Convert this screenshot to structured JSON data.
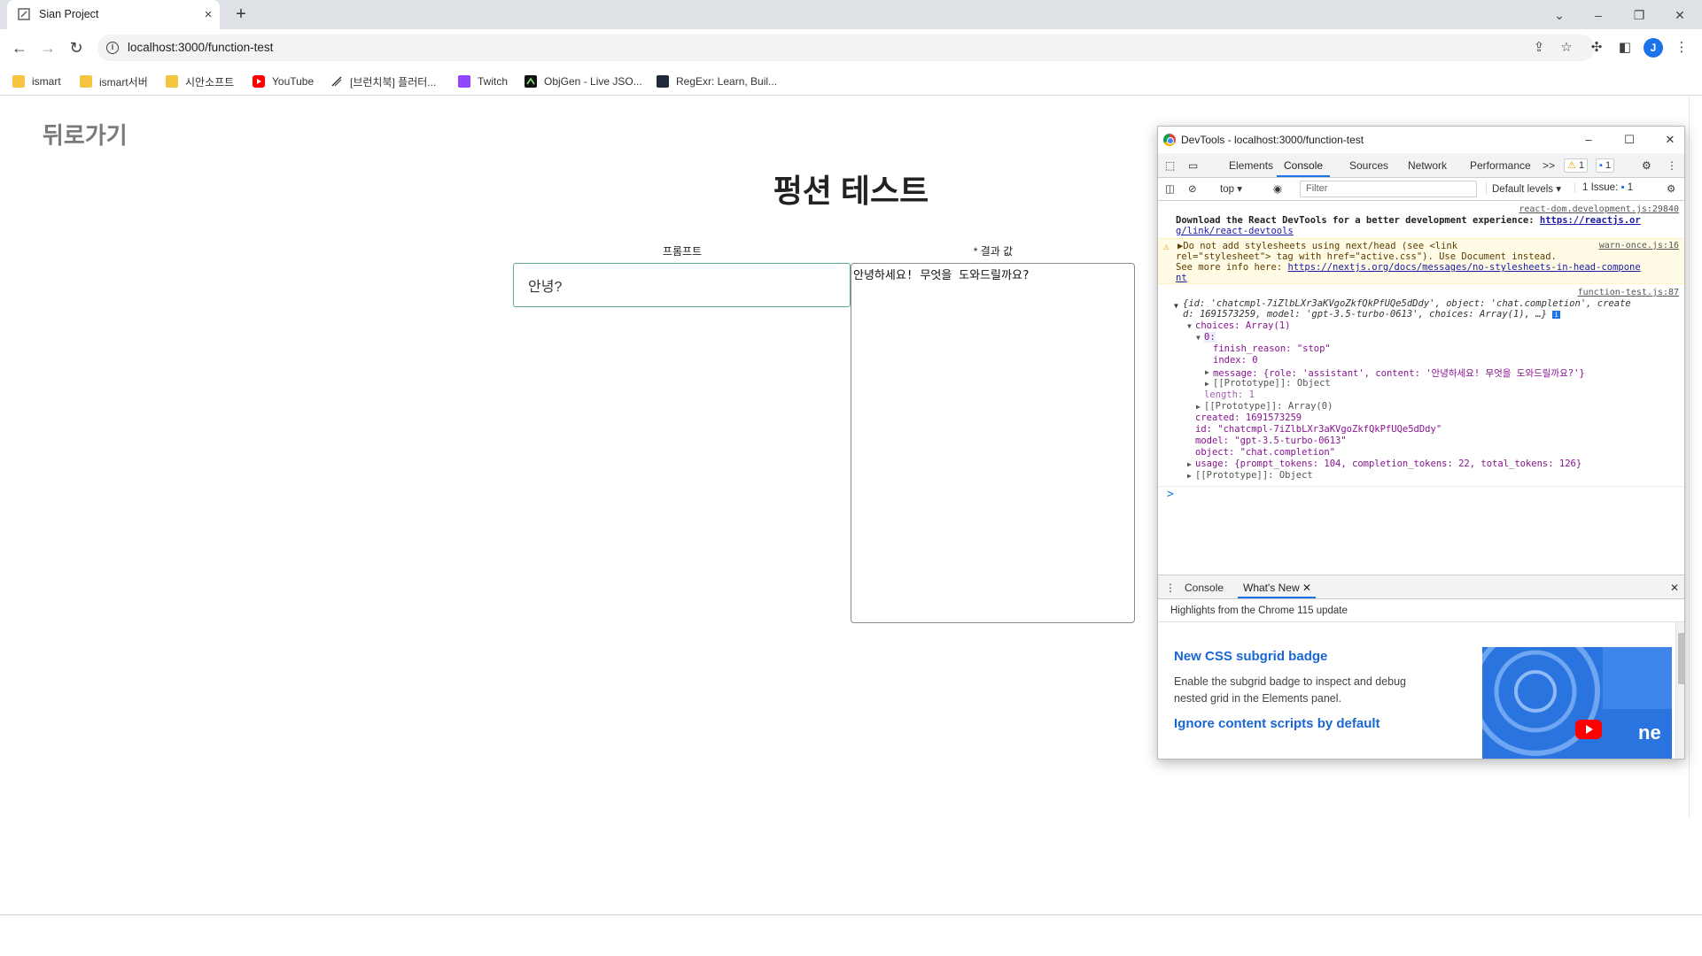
{
  "browser": {
    "tab_title": "Sian Project",
    "tab_close": "×",
    "new_tab": "+",
    "url": "localhost:3000/function-test",
    "profile_initial": "J",
    "bookmarks": [
      {
        "label": "ismart",
        "icon": "folder-icon"
      },
      {
        "label": "ismart서버",
        "icon": "folder-icon"
      },
      {
        "label": "시안소프트",
        "icon": "folder-icon"
      },
      {
        "label": "YouTube",
        "icon": "youtube-icon"
      },
      {
        "label": "[브런치북] 플러터...",
        "icon": "brunch-icon"
      },
      {
        "label": "Twitch",
        "icon": "twitch-icon"
      },
      {
        "label": "ObjGen - Live JSO...",
        "icon": "objgen-icon"
      },
      {
        "label": "RegExr: Learn, Buil...",
        "icon": "regexr-icon"
      }
    ]
  },
  "page": {
    "back_link": "뒤로가기",
    "title": "펑션 테스트",
    "prompt_label": "프롬프트",
    "result_label": "* 결과 값",
    "prompt_value": "안녕?",
    "result_value": "안녕하세요! 무엇을 도와드릴까요?"
  },
  "devtools": {
    "window_title": "DevTools - localhost:3000/function-test",
    "tabs": [
      "Elements",
      "Console",
      "Sources",
      "Network",
      "Performance"
    ],
    "active_tab": "Console",
    "more_tabs": ">>",
    "warn_count": "1",
    "msg_count": "1",
    "context": "top",
    "filter_placeholder": "Filter",
    "levels": "Default levels",
    "issues": "1 Issue:",
    "issues_count": "1",
    "console": {
      "src1": "react-dom.development.js:29840",
      "line1a": "Download the React DevTools for a better development experience: ",
      "line1_link": "https://reactjs.or",
      "line1b_link": "g/link/react-devtools",
      "warn_src": "warn-once.js:16",
      "warn1": "▶Do not add stylesheets using next/head (see <link",
      "warn2": "rel=\"stylesheet\"> tag with href=\"active.css\"). Use Document instead.",
      "warn3": "See more info here: ",
      "warn3_link": "https://nextjs.org/docs/messages/no-stylesheets-in-head-compone",
      "warn4_link": "nt",
      "src2": "function-test.js:87",
      "obj1": "{id: 'chatcmpl-7iZlbLXr3aKVgoZkfQkPfUQe5dDdy', object: 'chat.completion', create",
      "obj2": "d: 1691573259, model: 'gpt-3.5-turbo-0613', choices: Array(1), …}",
      "choices": "choices: Array(1)",
      "idx0": "0:",
      "finish_reason": "finish_reason: \"stop\"",
      "index": "index: 0",
      "message": "message: {role: 'assistant', content: '안녕하세요! 무엇을 도와드릴까요?'}",
      "proto_obj1": "[[Prototype]]: Object",
      "length": "length: 1",
      "proto_arr": "[[Prototype]]: Array(0)",
      "created": "created: 1691573259",
      "id": "id: \"chatcmpl-7iZlbLXr3aKVgoZkfQkPfUQe5dDdy\"",
      "model": "model: \"gpt-3.5-turbo-0613\"",
      "object": "object: \"chat.completion\"",
      "usage": "usage: {prompt_tokens: 104, completion_tokens: 22, total_tokens: 126}",
      "proto_obj2": "[[Prototype]]: Object",
      "prompt_caret": ">"
    },
    "drawer": {
      "tabs": [
        "Console",
        "What's New"
      ],
      "highlights": "Highlights from the Chrome 115 update",
      "item1_title": "New CSS subgrid badge",
      "item1_body": "Enable the subgrid badge to inspect and debug nested grid in the Elements panel.",
      "item2_title": "Ignore content scripts by default",
      "image_text": "ne"
    }
  },
  "colors": {
    "accent_blue": "#1a73e8",
    "prompt_border": "#5aa89a",
    "warning_bg": "#fffbe5"
  }
}
